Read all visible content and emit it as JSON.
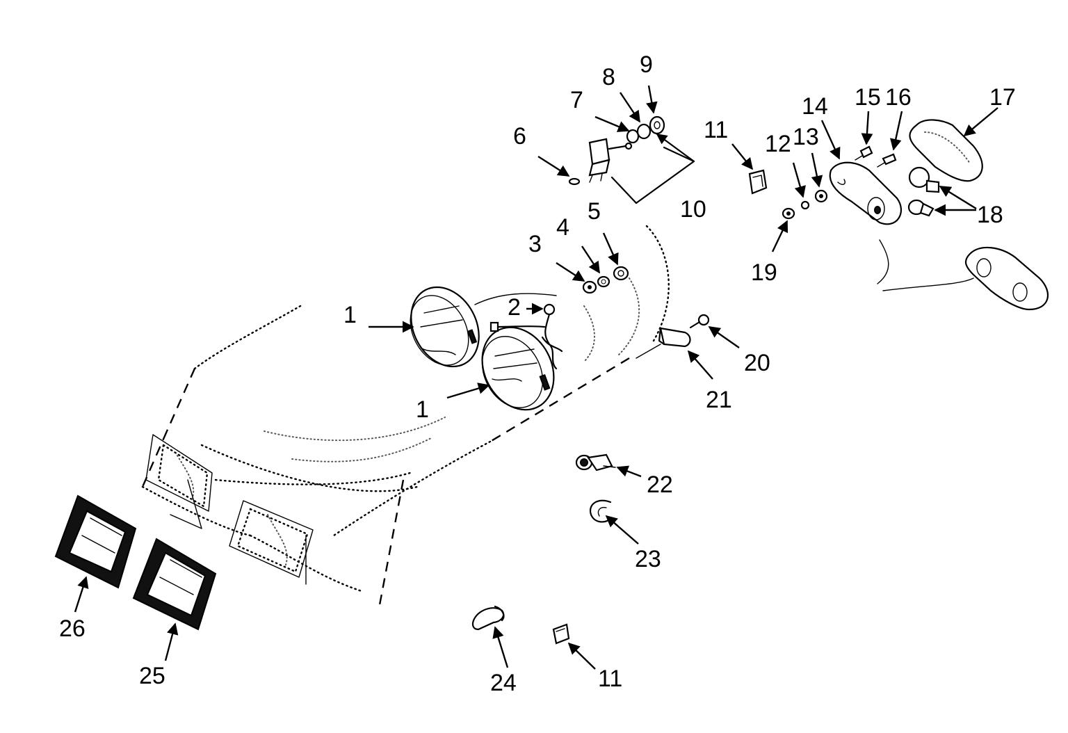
{
  "callouts": [
    {
      "id": "c1a",
      "text": "1"
    },
    {
      "id": "c1b",
      "text": "1"
    },
    {
      "id": "c2",
      "text": "2"
    },
    {
      "id": "c3",
      "text": "3"
    },
    {
      "id": "c4",
      "text": "4"
    },
    {
      "id": "c5",
      "text": "5"
    },
    {
      "id": "c6",
      "text": "6"
    },
    {
      "id": "c7",
      "text": "7"
    },
    {
      "id": "c8",
      "text": "8"
    },
    {
      "id": "c9",
      "text": "9"
    },
    {
      "id": "c10",
      "text": "10"
    },
    {
      "id": "c11a",
      "text": "11"
    },
    {
      "id": "c11b",
      "text": "11"
    },
    {
      "id": "c12",
      "text": "12"
    },
    {
      "id": "c13",
      "text": "13"
    },
    {
      "id": "c14",
      "text": "14"
    },
    {
      "id": "c15",
      "text": "15"
    },
    {
      "id": "c16",
      "text": "16"
    },
    {
      "id": "c17",
      "text": "17"
    },
    {
      "id": "c18",
      "text": "18"
    },
    {
      "id": "c19",
      "text": "19"
    },
    {
      "id": "c20",
      "text": "20"
    },
    {
      "id": "c21",
      "text": "21"
    },
    {
      "id": "c22",
      "text": "22"
    },
    {
      "id": "c23",
      "text": "23"
    },
    {
      "id": "c24",
      "text": "24"
    },
    {
      "id": "c25",
      "text": "25"
    },
    {
      "id": "c26",
      "text": "26"
    }
  ]
}
